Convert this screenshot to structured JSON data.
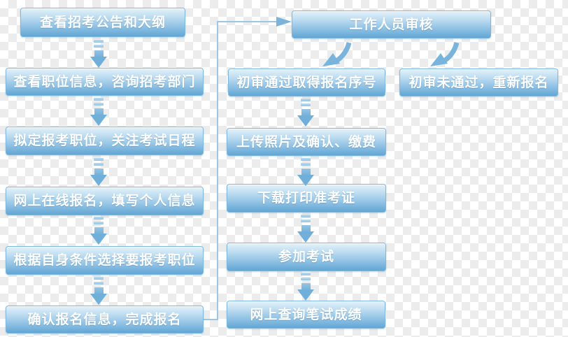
{
  "palette": {
    "box_gradient_top": "#e3f2fa",
    "box_gradient_bottom": "#61a6d4",
    "box_border": "#7eb8de",
    "box_text": "#ffffff",
    "arrow_fill": "#6fafda",
    "connector_line": "#9cc6e4",
    "checker_light": "#ffffff",
    "checker_dark": "#ececec"
  },
  "nodes": {
    "view_announcement": "查看招考公告和大纲",
    "view_positions": "查看职位信息，咨询招考部门",
    "plan_position": "拟定报考职位，关注考试日程",
    "online_register": "网上在线报名，填写个人信息",
    "choose_position": "根据自身条件选择要报考职位",
    "confirm_registration": "确认报名信息，完成报名",
    "staff_review": "工作人员审核",
    "review_passed": "初审通过取得报名序号",
    "review_failed": "初审未通过，重新报名",
    "upload_photo": "上传照片及确认、缴费",
    "download_ticket": "下载打印准考证",
    "take_exam": "参加考试",
    "check_results": "网上查询笔试成绩"
  }
}
